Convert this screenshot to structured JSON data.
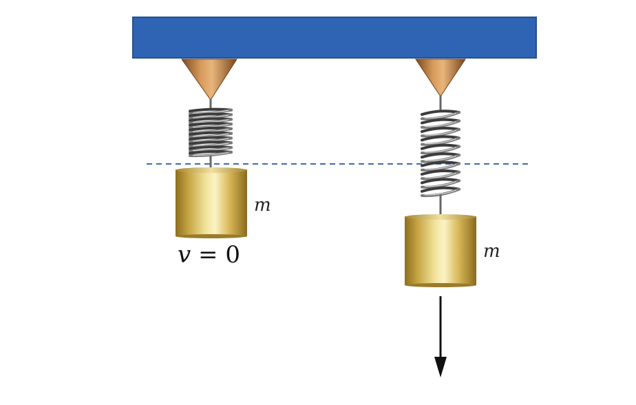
{
  "diagram": {
    "left_mass_label": "m",
    "right_mass_label": "m",
    "velocity_label": "v = 0",
    "velocity_var": "v",
    "velocity_rest": " = 0"
  },
  "colors": {
    "ceiling": "#2f64b4",
    "ceiling_edge": "#24508f",
    "mount": "#b9783c",
    "spring": "#555555",
    "mass_gold": "#e2c86b",
    "equilibrium_line": "#3f68b0",
    "arrow": "#111111"
  },
  "icons": {
    "ceiling": "ceiling-bar",
    "mount": "cone-mount-icon",
    "spring": "coil-spring-icon",
    "mass": "cylinder-mass-icon",
    "arrow": "arrow-down-icon"
  }
}
